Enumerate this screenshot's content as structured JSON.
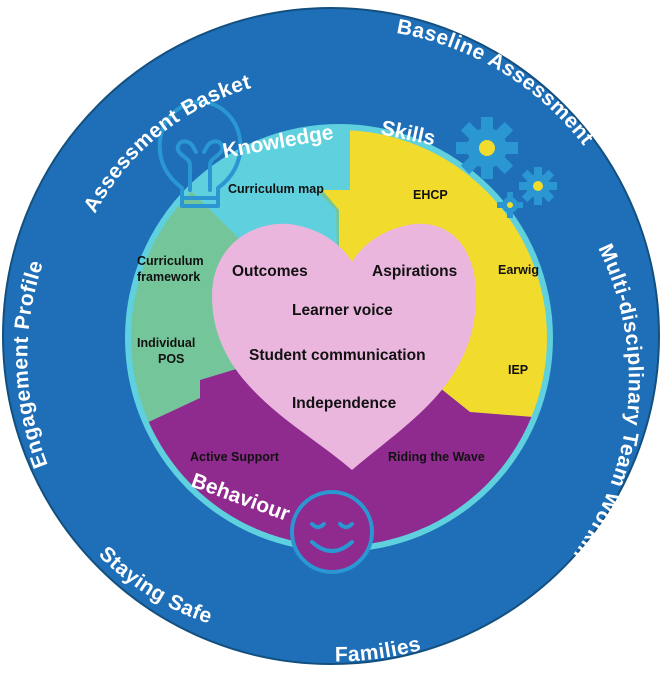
{
  "colors": {
    "ring": "#1E6FB8",
    "ring_edge": "#13507F",
    "inner_border": "#5ED0DE",
    "knowledge": "#74C69A",
    "skills": "#F1DB2C",
    "behaviour": "#8F2A8F",
    "heart": "#EAB6DE",
    "icon": "#2A96D2"
  },
  "ring_labels": {
    "top_left": "Assessment Basket",
    "top_right": "Baseline Assessment",
    "right": "Multi-disciplinary Team Working",
    "bottom": "Families",
    "bottom_left": "Staying Safe",
    "left": "Engagement Profile"
  },
  "segments": {
    "knowledge": {
      "title": "Knowledge",
      "icon": "lightbulb-icon",
      "items": [
        "Curriculum map",
        "Curriculum",
        "framework",
        "Individual",
        "POS"
      ]
    },
    "skills": {
      "title": "Skills",
      "icon": "gears-icon",
      "items": [
        "EHCP",
        "Earwig",
        "IEP"
      ]
    },
    "behaviour": {
      "title": "Behaviour",
      "icon": "smiley-face-icon",
      "items": [
        "Active Support",
        "Riding the Wave"
      ]
    }
  },
  "heart": {
    "items": [
      "Outcomes",
      "Aspirations",
      "Learner voice",
      "Student communication",
      "Independence"
    ]
  }
}
